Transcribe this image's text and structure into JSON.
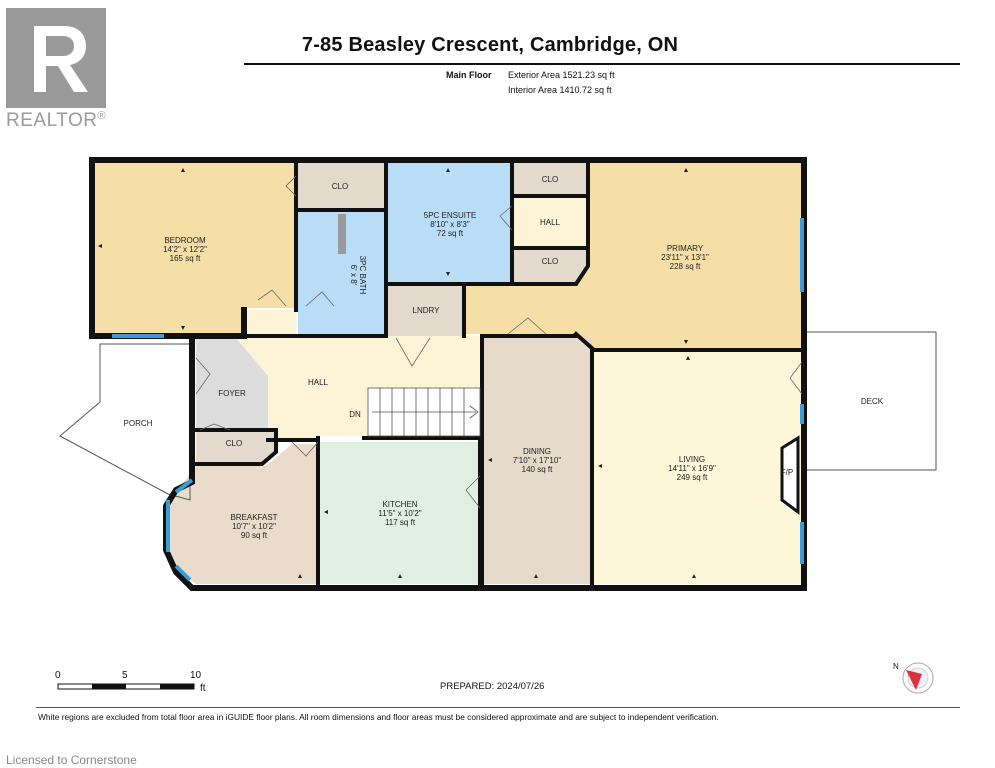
{
  "title": "7-85 Beasley Crescent, Cambridge, ON",
  "floor": {
    "name": "Main Floor",
    "exterior": "Exterior Area 1521.23 sq ft",
    "interior": "Interior Area 1410.72 sq ft"
  },
  "brand": {
    "realtor": "REALTOR",
    "registered": "®"
  },
  "rooms": {
    "bedroom": {
      "name": "BEDROOM",
      "dims": "14'2\" x 12'2\"",
      "area": "165 sq ft"
    },
    "ensuite": {
      "name": "5PC ENSUITE",
      "dims": "8'10\" x 8'3\"",
      "area": "72 sq ft"
    },
    "primary": {
      "name": "PRIMARY",
      "dims": "23'11\" x 13'1\"",
      "area": "228 sq ft"
    },
    "bath": {
      "name": "3PC BATH",
      "dims": "6' x 8'"
    },
    "dining": {
      "name": "DINING",
      "dims": "7'10\" x 17'10\"",
      "area": "140 sq ft"
    },
    "living": {
      "name": "LIVING",
      "dims": "14'11\" x 16'9\"",
      "area": "249 sq ft"
    },
    "kitchen": {
      "name": "KITCHEN",
      "dims": "11'5\" x 10'2\"",
      "area": "117 sq ft"
    },
    "breakfast": {
      "name": "BREAKFAST",
      "dims": "10'7\" x 10'2\"",
      "area": "90 sq ft"
    }
  },
  "labels": {
    "clo": "CLO",
    "hall": "HALL",
    "lndry": "LNDRY",
    "foyer": "FOYER",
    "porch": "PORCH",
    "deck": "DECK",
    "dn": "DN",
    "fp": "F/P"
  },
  "scale": {
    "zero": "0",
    "five": "5",
    "ten": "10",
    "unit": "ft"
  },
  "prepared": "PREPARED: 2024/07/26",
  "note": "White regions are excluded from total floor area in iGUIDE floor plans. All room dimensions and floor areas must be considered approximate and are subject to independent verification.",
  "licensed": "Licensed to Cornerstone",
  "compass": {
    "north": "N"
  },
  "colors": {
    "wall": "#111111",
    "bedroom": "#f5dfa7",
    "primary": "#f5dfa7",
    "bath": "#b9ddf7",
    "hall": "#fdf3d7",
    "foyer": "#dcdcdc",
    "clo": "#e3d9cc",
    "dining": "#e6dacb",
    "living": "#fdf6d8",
    "kitchen": "#dff0e3",
    "breakfast": "#e9dccb",
    "window": "#3d9bd6"
  }
}
